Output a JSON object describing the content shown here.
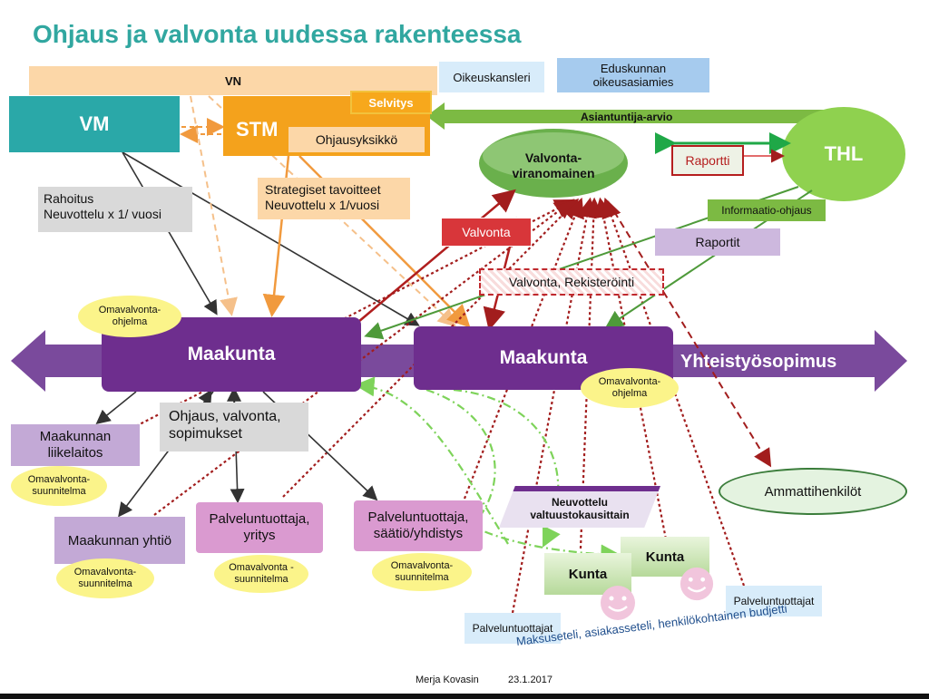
{
  "title": "Ohjaus ja valvonta uudessa rakenteessa",
  "top": {
    "vn": "VN",
    "oikeuskansleri": "Oikeuskansleri",
    "eduskunnan_oikeusasiamies": "Eduskunnan oikeusasiamies",
    "vm": "VM",
    "stm": "STM",
    "selvitys": "Selvitys",
    "ohjausyksikko": "Ohjausyksikkö",
    "asiantuntija_arvio": "Asiantuntija-arvio",
    "thl": "THL",
    "valvontaviranomainen": "Valvonta-viranomainen",
    "raportti_top": "Raportti"
  },
  "labels": {
    "rahoitus_line1": "Rahoitus",
    "rahoitus_line2": "Neuvottelu x 1/ vuosi",
    "strategiset_line1": "Strategiset tavoitteet",
    "strategiset_line2": "Neuvottelu x 1/vuosi",
    "valvonta": "Valvonta",
    "valvonta_rekisterointi": "Valvonta, Rekisteröinti",
    "informaatio_ohjaus": "Informaatio-ohjaus",
    "raportit": "Raportit",
    "ohjaus_line1": "Ohjaus, valvonta,",
    "ohjaus_line2": "sopimukset",
    "neuvottelu_line1": "Neuvottelu",
    "neuvottelu_line2": "valtuustokausittain",
    "maksuseteli": "Maksuseteli, asiakasseteli, henkilökohtainen budjetti"
  },
  "main": {
    "maakunta_left": "Maakunta",
    "maakunta_right": "Maakunta",
    "yhteistyosopimus": "Yhteistyösopimus",
    "omavalvonta_ohjelma_left": "Omavalvonta-ohjelma",
    "omavalvonta_ohjelma_right": "Omavalvonta-ohjelma"
  },
  "nodes": {
    "liikelaitos": "Maakunnan liikelaitos",
    "liikelaitos_suunnitelma": "Omavalvonta-suunnitelma",
    "yhtio": "Maakunnan yhtiö",
    "yhtio_suunnitelma": "Omavalvonta-suunnitelma",
    "yritys_line1": "Palveluntuottaja,",
    "yritys_line2": "yritys",
    "yritys_suunnitelma": "Omavalvonta -suunnitelma",
    "saatio_line1": "Palveluntuottaja,",
    "saatio_line2": "säätiö/yhdistys",
    "saatio_suunnitelma": "Omavalvonta-suunnitelma",
    "kunta1": "Kunta",
    "kunta2": "Kunta",
    "palveluntuottajat_left": "Palveluntuottajat",
    "palveluntuottajat_right": "Palveluntuottajat",
    "ammattihenkilot": "Ammattihenkilöt"
  },
  "footer": {
    "author": "Merja Kovasin",
    "date": "23.1.2017"
  },
  "colors": {
    "title": "#31a7a0",
    "vm": "#2aa8a8",
    "stm": "#f4a21c",
    "purple": "#6e2e8e",
    "green": "#7cba43",
    "dark_red": "#a21d1d"
  }
}
